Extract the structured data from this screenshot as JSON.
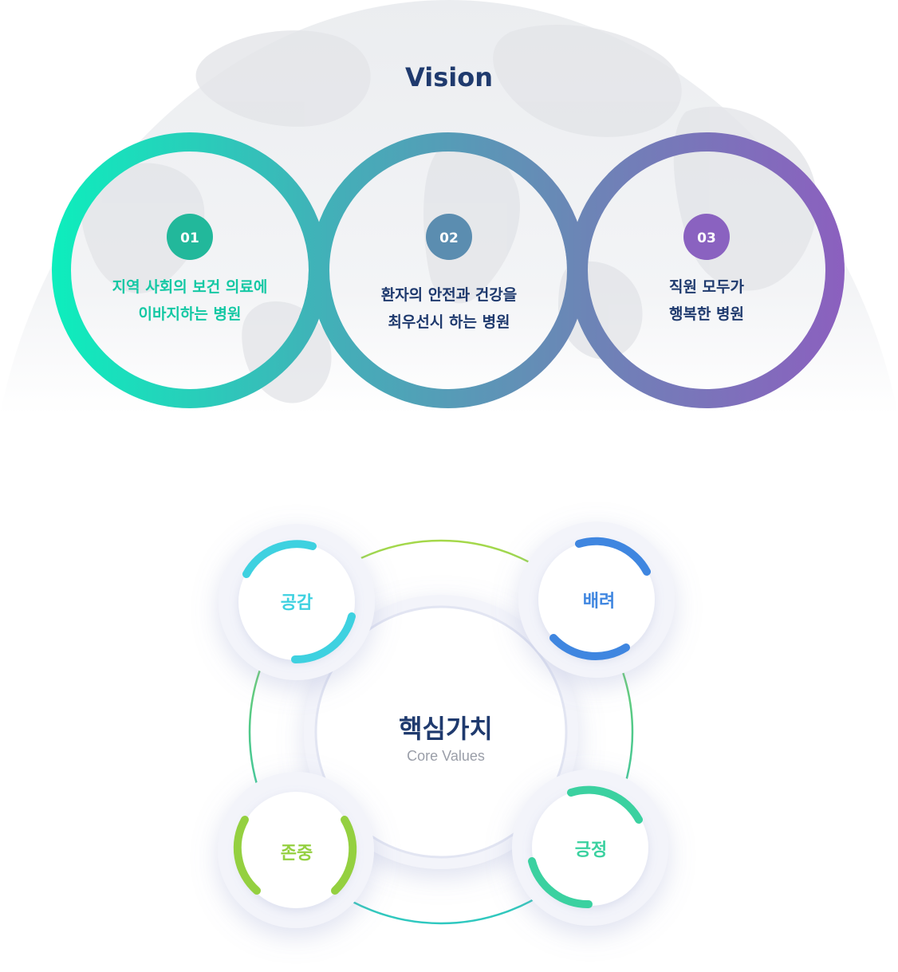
{
  "vision": {
    "title": "Vision",
    "items": [
      {
        "number": "01",
        "line1": "지역 사회의 보건 의료에",
        "line2": "이바지하는 병원",
        "color": "#14c8a4"
      },
      {
        "number": "02",
        "line1": "환자의 안전과 건강을",
        "line2": "최우선시 하는 병원",
        "color": "#1f3a6e"
      },
      {
        "number": "03",
        "line1": "직원 모두가",
        "line2": "행복한 병원",
        "color": "#1f3a6e"
      }
    ],
    "badge_colors": [
      "#22b89b",
      "#5b8db0",
      "#8a62c0"
    ],
    "gradient": [
      "#0cefbd",
      "#3fb3b8",
      "#6b86b6",
      "#8c5fbf"
    ]
  },
  "core": {
    "title": "핵심가치",
    "subtitle": "Core Values",
    "values": [
      {
        "label": "공감",
        "color": "#3ed1e0"
      },
      {
        "label": "배려",
        "color": "#3f86e0"
      },
      {
        "label": "존중",
        "color": "#94d040"
      },
      {
        "label": "긍정",
        "color": "#3bd1a0"
      }
    ]
  }
}
